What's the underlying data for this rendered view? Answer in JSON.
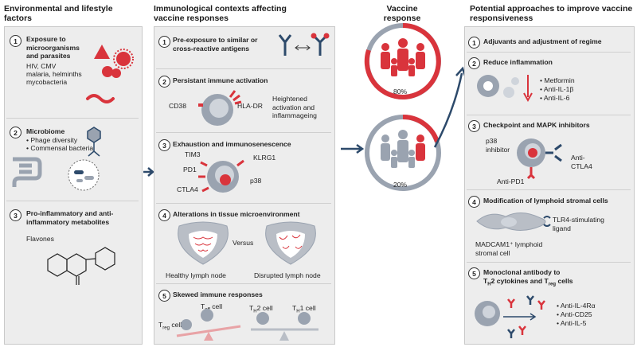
{
  "headers": {
    "col1": "Environmental and lifestyle factors",
    "col2": "Immunological contexts affecting vaccine responses",
    "col3": "Vaccine response",
    "col4": "Potential approaches to improve vaccine responsiveness"
  },
  "left": {
    "s1": {
      "num": "1",
      "title": "Exposure to microorganisms and parasites",
      "lines": [
        "HIV, CMV",
        "malaria, helminths",
        "mycobacteria"
      ]
    },
    "s2": {
      "num": "2",
      "title": "Microbiome",
      "items": [
        "Phage diversity",
        "Commensal bacteria"
      ]
    },
    "s3": {
      "num": "3",
      "title": "Pro-inflammatory and anti-inflammatory metabolites",
      "sub": "Flavones"
    }
  },
  "middle": {
    "s1": {
      "num": "1",
      "title": "Pre-exposure to similar or cross-reactive antigens"
    },
    "s2": {
      "num": "2",
      "title": "Persistant immune activation",
      "cd38": "CD38",
      "hladr": "HLA-DR",
      "note": "Heightened activation and inflammageing"
    },
    "s3": {
      "num": "3",
      "title": "Exhaustion and immunosenescence",
      "tim3": "TIM3",
      "pd1": "PD1",
      "ctla4": "CTLA4",
      "klrg1": "KLRG1",
      "p38": "p38"
    },
    "s4": {
      "num": "4",
      "title": "Alterations in tissue microenvironment",
      "versus": "Versus",
      "healthy": "Healthy lymph node",
      "disrupted": "Disrupted lymph node"
    },
    "s5": {
      "num": "5",
      "title": "Skewed immune responses",
      "teff": "T",
      "teff_sub": "eff",
      "treg": "T",
      "treg_sub": "reg",
      "th2": "T",
      "th2_sub": "H",
      "th2_rest": "2 cell",
      "th1": "T",
      "th1_sub": "H",
      "th1_rest": "1 cell",
      "cell": "cell"
    }
  },
  "vaccine": {
    "top_pct": "80%",
    "bottom_pct": "20%"
  },
  "right": {
    "s1": {
      "num": "1",
      "title": "Adjuvants and adjustment of regime"
    },
    "s2": {
      "num": "2",
      "title": "Reduce inflammation",
      "items": [
        "Metformin",
        "Anti-IL-1β",
        "Anti-IL-6"
      ]
    },
    "s3": {
      "num": "3",
      "title": "Checkpoint and MAPK inhibitors",
      "p38": "p38 inhibitor",
      "ctla4": "Anti-CTLA4",
      "pd1": "Anti-PD1"
    },
    "s4": {
      "num": "4",
      "title": "Modification of lymphoid stromal cells",
      "tlr4": "TLR4-stimulating ligand",
      "madcam": "MADCAM1⁺ lymphoid stromal cell"
    },
    "s5": {
      "num": "5",
      "title_a": "Monoclonal antibody to",
      "title_b": "T",
      "title_b_sub": "H",
      "title_c": "2 cytokines and T",
      "title_c_sub": "reg",
      "title_d": " cells",
      "items": [
        "Anti-IL-4Rα",
        "Anti-CD25",
        "Anti-IL-5"
      ]
    }
  },
  "colors": {
    "panel": "#ededed",
    "red": "#d9343c",
    "navy": "#2d4a6b",
    "grey_cell": "#9aa3b0"
  }
}
